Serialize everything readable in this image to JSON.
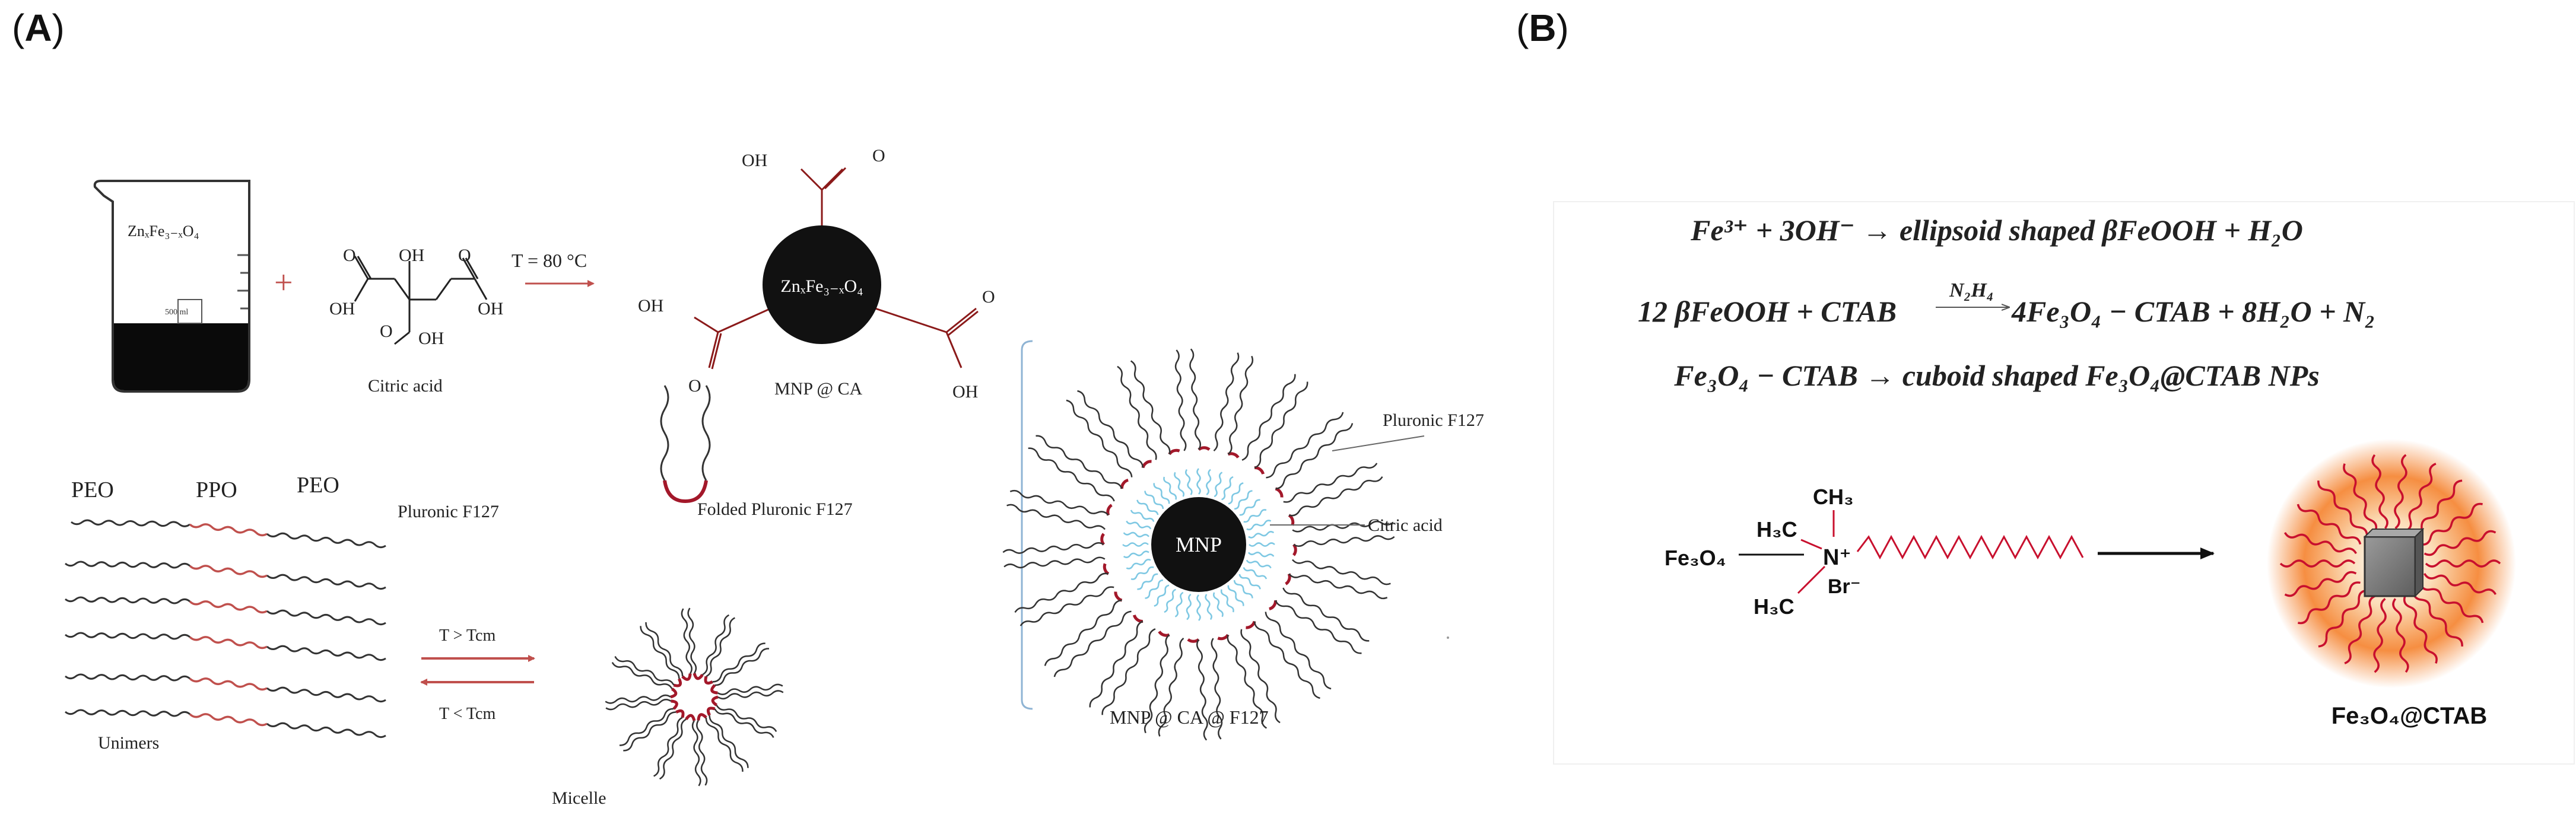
{
  "panel_a": {
    "label_open": "(",
    "label_letter": "A",
    "label_close": ")",
    "beaker_label": "ZnₓFe₃₋ₓO₄",
    "beaker_volume": "500 ml",
    "plus_sign": "+",
    "citric_acid": {
      "name": "Citric acid",
      "o1": "O",
      "oh_top": "OH",
      "o2": "O",
      "oh_left": "OH",
      "oh_right": "OH",
      "o_bottom": "O",
      "oh_bottom": "OH"
    },
    "reaction_condition": "T = 80 °C",
    "mnp_core_label": "ZnₓFe₃₋ₓO₄",
    "mnp_ca": {
      "name": "MNP @ CA",
      "oh_top": "OH",
      "o_top": "O",
      "oh_left": "OH",
      "o_left": "O",
      "o_right": "O",
      "oh_right": "OH"
    },
    "pluronic_chain": {
      "peo_left": "PEO",
      "ppo": "PPO",
      "peo_right": "PEO",
      "label": "Pluronic F127"
    },
    "unimers": "Unimers",
    "folded_label": "Folded Pluronic F127",
    "micelle": "Micelle",
    "forward_condition": "T > Tcm",
    "reverse_condition": "T < Tcm",
    "final_particle": {
      "core": "MNP",
      "pluronic_label": "Pluronic F127",
      "citric_label": "Citric acid",
      "name": "MNP @ CA @ F127"
    }
  },
  "panel_b": {
    "label_open": "(",
    "label_letter": "B",
    "label_close": ")",
    "equations": [
      "Fe³⁺ + 3OH⁻  → ellipsoid shaped βFeOOH + H₂O",
      "12 βFeOOH +  CTAB ",
      "4Fe₃O₄ − CTAB + 8H₂O + N₂",
      "Fe₃O₄ − CTAB  → cuboid shaped Fe₃O₄@CTAB NPs"
    ],
    "reagent_over_arrow": "N₂H₄",
    "ctab": {
      "fe3o4": "Fe₃O₄",
      "h3c_top": "H₃C",
      "ch3": "CH₃",
      "n_plus": "N⁺",
      "br_minus": "Br⁻",
      "h3c_bottom": "H₃C"
    },
    "product_label": "Fe₃O₄@CTAB",
    "colors": {
      "chain_red": "#c8102e",
      "glow_orange": "#f47a20",
      "cube_grey": "#7a7a7a"
    }
  },
  "colors": {
    "arrow_red": "#c0504d",
    "ppo_red": "#c0504d",
    "ca_blue": "#7ec8e3",
    "core_black": "#111111",
    "anchor_red": "#a3182a"
  }
}
